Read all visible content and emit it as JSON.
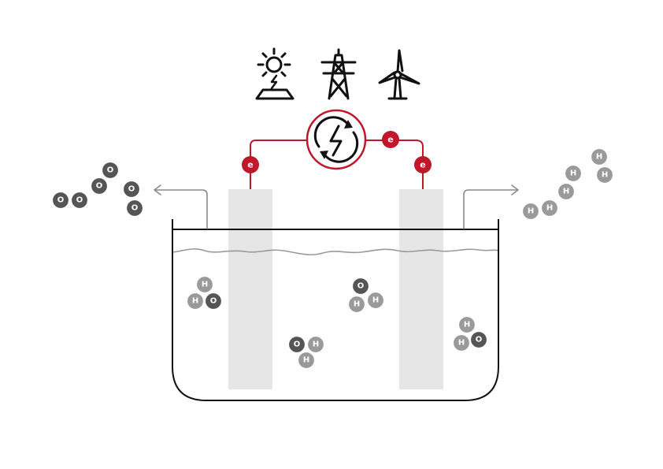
{
  "colors": {
    "accent": "#c0172b",
    "oxygen": "#555555",
    "hydrogen": "#9a9a9a",
    "line": "#111111",
    "arrow": "#8a8a8a",
    "electrode": "#e6e6e6",
    "water_surface": "#9a9a9a"
  },
  "power_sources": {
    "solar_icon": "solar-panel-icon",
    "grid_icon": "power-pylon-icon",
    "wind_icon": "wind-turbine-icon"
  },
  "converter": {
    "icon": "energy-conversion-icon"
  },
  "electron_label": "e",
  "atom_labels": {
    "oxygen": "O",
    "hydrogen": "H"
  }
}
